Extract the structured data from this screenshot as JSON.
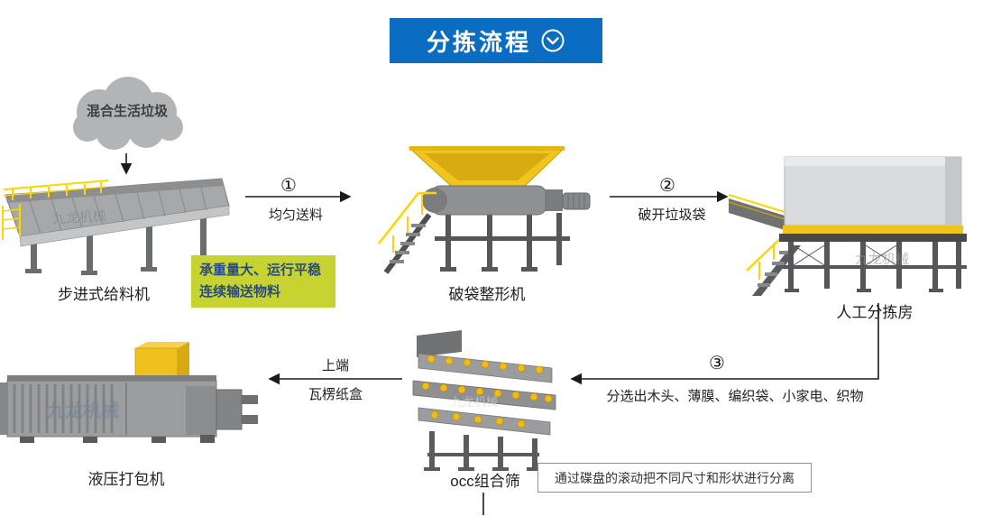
{
  "banner": {
    "title": "分拣流程"
  },
  "cloud": {
    "label": "混合生活垃圾"
  },
  "machines": {
    "feeder": {
      "label": "步进式给料机"
    },
    "breaker": {
      "label": "破袋整形机"
    },
    "room": {
      "label": "人工分拣房"
    },
    "occ": {
      "label": "occ组合筛"
    },
    "baler": {
      "label": "液压打包机"
    }
  },
  "flow": {
    "step1": {
      "num": "①",
      "label": "均匀送料"
    },
    "step2": {
      "num": "②",
      "label": "破开垃圾袋"
    },
    "step3": {
      "num": "③",
      "label": "分选出木头、薄膜、编织袋、小家电、织物"
    },
    "step4": {
      "line1": "上端",
      "line2": "瓦楞纸盒"
    }
  },
  "notes": {
    "feeder": {
      "line1": "承重量大、运行平稳",
      "line2": "连续输送物料"
    },
    "occ": {
      "text": "通过碟盘的滚动把不同尺寸和形状进行分离"
    }
  },
  "watermark": "九龙机械",
  "colors": {
    "banner_bg": "#0a6dc2",
    "highlight_bg": "#c6d330",
    "highlight_text": "#2b4d7e",
    "machine_yellow": "#f0c41e",
    "railing_yellow": "#ffd400",
    "machine_gray": "#9a9c9e",
    "arrow": "#1a1a1a"
  }
}
